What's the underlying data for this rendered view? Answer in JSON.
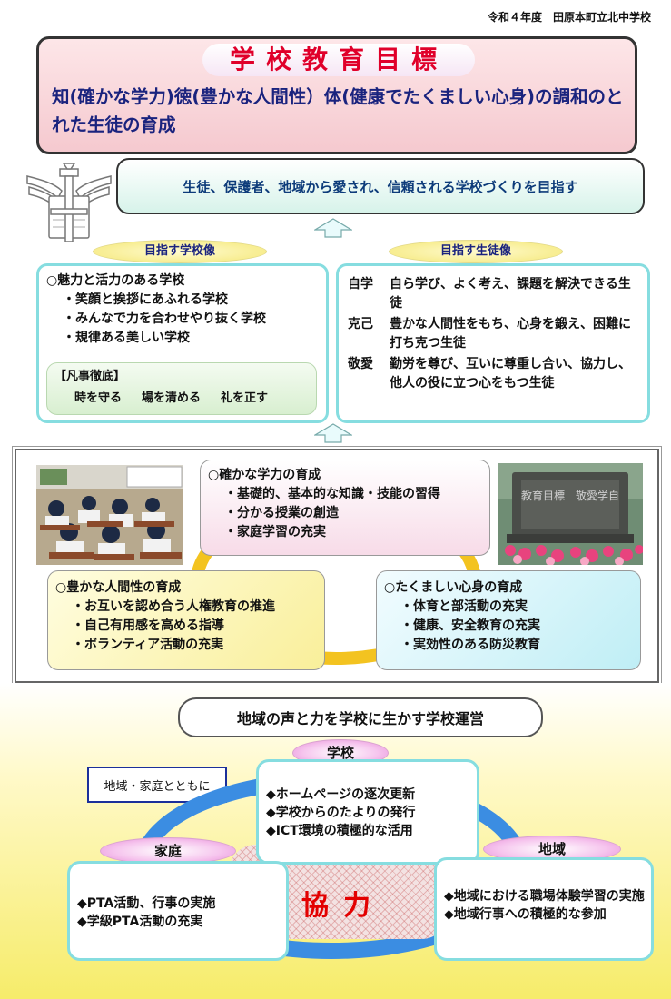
{
  "header": {
    "school": "令和４年度　田原本町立北中学校"
  },
  "goal": {
    "title": "学校教育目標",
    "text": "知(確かな学力)徳(豊かな人間性）体(健康でたくましい心身)の調和のとれた生徒の育成"
  },
  "aim": {
    "text": "生徒、保護者、地域から愛され、信頼される学校づくりを目指す"
  },
  "school_image": {
    "label": "目指す学校像",
    "heading": "○魅力と活力のある学校",
    "items": [
      "・笑顔と挨拶にあふれる学校",
      "・みんなで力を合わせやり抜く学校",
      "・規律ある美しい学校"
    ],
    "norms_label": "【凡事徹底】",
    "norms": [
      "時を守る",
      "場を清める",
      "礼を正す"
    ]
  },
  "student_image": {
    "label": "目指す生徒像",
    "rows": [
      {
        "key": "自学",
        "text": "自ら学び、よく考え、課題を解決できる生徒"
      },
      {
        "key": "克己",
        "text": "豊かな人間性をもち、心身を鍛え、困難に打ち克つ生徒"
      },
      {
        "key": "敬愛",
        "text": "勤労を尊び、互いに尊重し合い、協力し、他人の役に立つ心をもつ生徒"
      }
    ]
  },
  "pillars": {
    "academic": {
      "heading": "○確かな学力の育成",
      "items": [
        "・基礎的、基本的な知識・技能の習得",
        "・分かる授業の創造",
        "・家庭学習の充実"
      ]
    },
    "humanity": {
      "heading": "○豊かな人間性の育成",
      "items": [
        "・お互いを認め合う人権教育の推進",
        "・自己有用感を高める指導",
        "・ボランティア活動の充実"
      ]
    },
    "health": {
      "heading": "○たくましい心身の育成",
      "items": [
        "・体育と部活動の充実",
        "・健康、安全教育の充実",
        "・実効性のある防災教育"
      ]
    }
  },
  "photos": {
    "stone_text": "教育目標　敬愛学自"
  },
  "management": {
    "title": "地域の声と力を学校に生かす学校運営",
    "tag": "地域・家庭とともに",
    "center": "協力",
    "school": {
      "label": "学校",
      "items": [
        "◆ホームページの逐次更新",
        "◆学校からのたよりの発行",
        "◆ICT環境の積極的な活用"
      ]
    },
    "home": {
      "label": "家庭",
      "items": [
        "◆PTA活動、行事の実施",
        "◆学級PTA活動の充実"
      ]
    },
    "community": {
      "label": "地域",
      "items": [
        "◆地域における職場体験学習の実施",
        "◆地域行事への積極的な参加"
      ]
    }
  },
  "colors": {
    "title_red": "#e0002a",
    "navy": "#1a237e",
    "cyan_border": "#86dde0",
    "ring_yellow": "#f3c320",
    "ring_blue": "#3b8de2"
  }
}
